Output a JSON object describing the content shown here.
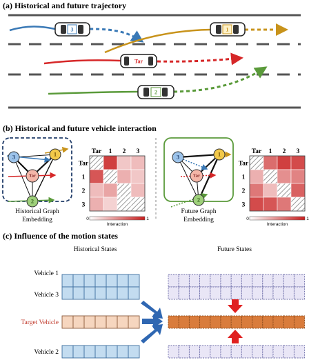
{
  "titles": {
    "a": "(a) Historical and future trajectory",
    "b": "(b) Historical and future vehicle interaction",
    "c": "(c) Influence of the motion states"
  },
  "vehicles": {
    "v3": "3",
    "v1": "1",
    "tar": "Tar",
    "v2": "2"
  },
  "graphs": {
    "hist_caption_1": "Historical Graph",
    "hist_caption_2": "Embedding",
    "fut_caption_1": "Future Graph",
    "fut_caption_2": "Embedding",
    "node_tar": "Tar",
    "node_1": "1",
    "node_2": "2",
    "node_3": "3"
  },
  "heatmaps": {
    "labels": [
      "Tar",
      "1",
      "2",
      "3"
    ],
    "colorbar_min": "0",
    "colorbar_max": "1",
    "colorbar_label": "Interaction",
    "historical": [
      [
        "diag",
        0.85,
        0.25,
        0.3
      ],
      [
        0.75,
        "diag",
        0.35,
        0.25
      ],
      [
        0.3,
        0.4,
        "diag",
        0.3
      ],
      [
        0.35,
        0.2,
        "diag2",
        "diag"
      ]
    ],
    "future": [
      [
        "diag",
        0.65,
        0.85,
        0.8
      ],
      [
        0.35,
        "diag",
        0.5,
        0.55
      ],
      [
        0.6,
        0.3,
        "diag",
        0.7
      ],
      [
        0.8,
        0.75,
        0.6,
        "diag"
      ]
    ]
  },
  "states": {
    "historical_header": "Historical States",
    "future_header": "Future States",
    "vehicle1": "Vehicle 1",
    "vehicle3": "Vehicle 3",
    "target": "Target Vehicle",
    "vehicle2": "Vehicle 2"
  },
  "colors": {
    "blue_traj": "#3a79b6",
    "orange_traj": "#c8931b",
    "red_traj": "#d62728",
    "green_traj": "#5a9a3a",
    "hist_cell": "#c3dcf0",
    "target_cell": "#f6d6bf",
    "target_future": "#d97c3c",
    "future_cell": "#e9e6f6",
    "arrow_blue": "#2f67b2",
    "arrow_red": "#e02020"
  }
}
